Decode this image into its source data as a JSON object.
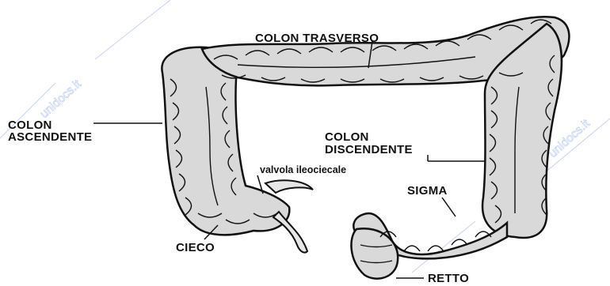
{
  "labels": {
    "colon_trasverso": "COLON TRASVERSO",
    "colon_ascendente_1": "COLON",
    "colon_ascendente_2": "ASCENDENTE",
    "colon_discendente_1": "COLON",
    "colon_discendente_2": "DISCENDENTE",
    "valvola": "valvola ileociecale",
    "sigma": "SIGMA",
    "cieco": "CIECO",
    "retto": "RETTO"
  },
  "watermark": {
    "text": "unidocs.it"
  },
  "colors": {
    "ink": "#111111",
    "tissue": "#d9d9d9",
    "watermark": "#b9c9f0"
  }
}
